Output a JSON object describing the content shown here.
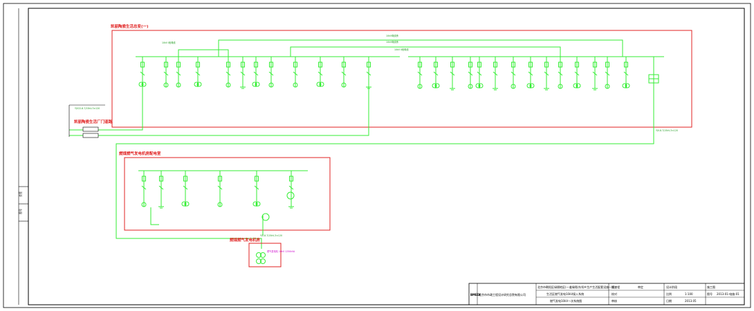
{
  "sections": {
    "main_substation_title": "凯丽陶瓷生活总变(一)",
    "incoming_title": "凯丽陶瓷生活厂门道路",
    "gas_station_title": "燃煤燃气发电机房配电室",
    "gen_room_title": "燃煤燃气发电机房"
  },
  "buses": {
    "bus_1": "10kV I段母线",
    "bus_2": "10kV II段母线",
    "bus_tie_1": "10kV母线桥",
    "bus_tie_2": "10kV母线桥"
  },
  "cable_labels": {
    "incoming": "YJV22-8.7/15kV-3×120",
    "outgoing": "YJV-8.7/15kV-3×120",
    "gen": "YJV-8.7/15kV-3×120"
  },
  "gen_transformer_label": "燃气发电机 10kV 1250kVA",
  "title_block": {
    "company": "北京市市政工程设计研究总院有限公司",
    "logo": "BMEDI",
    "project_line1": "北京市朝阳区绿隔地区(一道绿隔)东坝乡生产生活配套设施一期工程",
    "project_line2": "生活区燃气发电10kV接入系统",
    "drawing_name": "燃气发电10kV一次系统图",
    "labels": {
      "design": "设计",
      "check": "校对",
      "review": "审核",
      "approve": "审定",
      "stage": "设计阶段",
      "scale": "比例",
      "drawing_no": "图号",
      "date": "日期"
    },
    "values": {
      "stage": "施工图",
      "scale": "1:100",
      "drawing_no": "2013-01-电施-01",
      "date": "2013.05"
    }
  },
  "side_strip": {
    "label_a": "会签",
    "label_b": "图号"
  }
}
